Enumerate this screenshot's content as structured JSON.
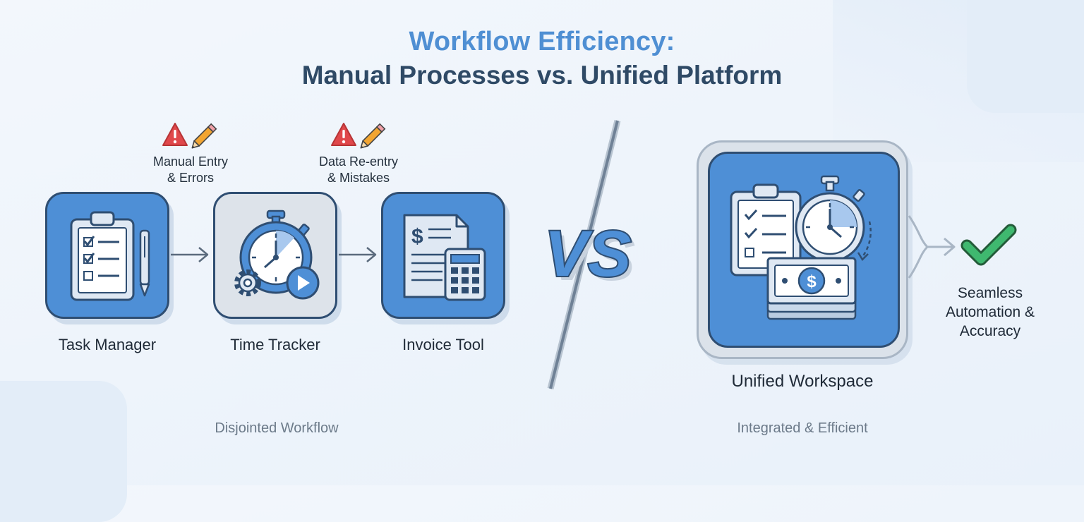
{
  "header": {
    "title": "Workflow Efficiency:",
    "subtitle": "Manual Processes vs. Unified Platform"
  },
  "left_side": {
    "tools": [
      {
        "name": "Task Manager",
        "icon": "clipboard-checklist-icon"
      },
      {
        "name": "Time Tracker",
        "icon": "stopwatch-icon"
      },
      {
        "name": "Invoice Tool",
        "icon": "invoice-calculator-icon"
      }
    ],
    "warnings": [
      {
        "line1": "Manual Entry",
        "line2": "& Errors"
      },
      {
        "line1": "Data Re-entry",
        "line2": "& Mistakes"
      }
    ],
    "caption": "Disjointed Workflow"
  },
  "versus": {
    "text": "VS"
  },
  "right_side": {
    "tool_name": "Unified Workspace",
    "outcome": {
      "line1": "Seamless",
      "line2": "Automation &",
      "line3": "Accuracy"
    },
    "caption": "Integrated & Efficient"
  },
  "colors": {
    "accent_blue": "#4e8fd6",
    "title_blue": "#4f8fd3",
    "navy": "#2f4e72",
    "warning_red": "#e0484b",
    "check_green": "#3fb86f"
  }
}
